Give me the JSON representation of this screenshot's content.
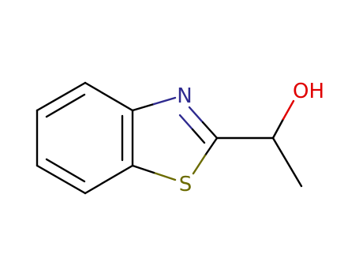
{
  "molecule": {
    "atoms": {
      "nitrogen": {
        "symbol": "N",
        "color": "#2e2a8f"
      },
      "sulfur": {
        "symbol": "S",
        "color": "#6b6b00"
      },
      "hydroxyl": {
        "symbol": "OH",
        "color": "#e00000"
      }
    },
    "colors": {
      "bond": "#000000",
      "nitrogen_bond": "#2e2a8f",
      "sulfur_bond": "#6b6b00",
      "oxygen_bond": "#e00000",
      "background": "#ffffff"
    }
  }
}
